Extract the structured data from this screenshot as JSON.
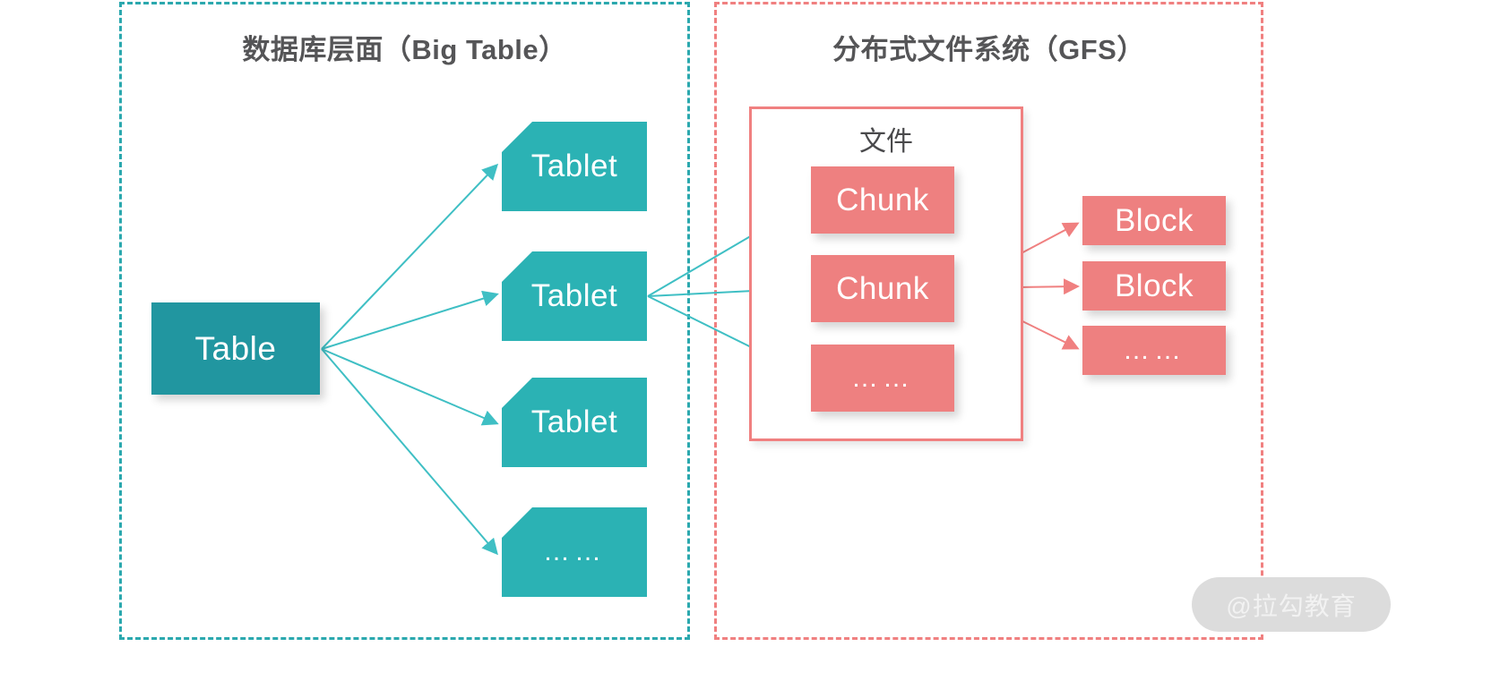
{
  "regions": [
    {
      "key": "bigtable",
      "title": "数据库层面（Big Table）",
      "border_color": "#2BA8AE",
      "style": "dashed"
    },
    {
      "key": "gfs",
      "title": "分布式文件系统（GFS）",
      "border_color": "#F08080",
      "style": "dashed"
    }
  ],
  "bigtable": {
    "root": {
      "label": "Table",
      "color": "#2196A0"
    },
    "tablets": [
      {
        "label": "Tablet",
        "color": "#2BB2B4"
      },
      {
        "label": "Tablet",
        "color": "#2BB2B4"
      },
      {
        "label": "Tablet",
        "color": "#2BB2B4"
      },
      {
        "label": "……",
        "color": "#2BB2B4"
      }
    ],
    "arrow_color": "#3FBFC4"
  },
  "gfs": {
    "file_box": {
      "label": "文件",
      "border_color": "#F08080"
    },
    "chunks": [
      {
        "label": "Chunk",
        "color": "#EE8080"
      },
      {
        "label": "Chunk",
        "color": "#EE8080"
      },
      {
        "label": "……",
        "color": "#EE8080"
      }
    ],
    "blocks": [
      {
        "label": "Block",
        "color": "#EE8080"
      },
      {
        "label": "Block",
        "color": "#EE8080"
      },
      {
        "label": "……",
        "color": "#EE8080"
      }
    ],
    "arrow_color": "#F08080"
  },
  "watermark": {
    "text": "@拉勾教育",
    "pill_color": "#DCDCDC",
    "text_color": "#F2F2F2"
  }
}
